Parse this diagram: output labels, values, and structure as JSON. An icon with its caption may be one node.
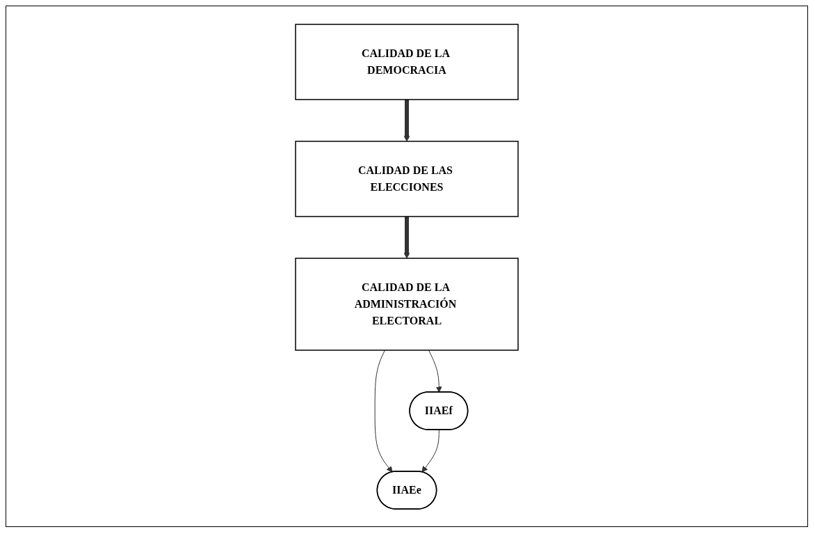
{
  "diagram": {
    "nodes": [
      {
        "text": [
          "CALIDAD DE LA DEMOCRACIA"
        ]
      },
      {
        "text": [
          "CALIDAD DE LAS ELECCIONES"
        ]
      },
      {
        "text": [
          "CALIDAD DE LA ADMINISTRACIÓN ELECTORAL"
        ]
      },
      {
        "text": [
          "IIAEf"
        ]
      },
      {
        "text": [
          "IIAEe"
        ]
      }
    ],
    "edges": [
      {
        "from": 0,
        "to": 1,
        "arrow": "to",
        "style": "thick"
      },
      {
        "from": 1,
        "to": 2,
        "arrow": "to",
        "style": "thick"
      },
      {
        "from": 2,
        "to": 3,
        "arrow": "to"
      },
      {
        "from": 2,
        "to": 4,
        "arrow": "to"
      },
      {
        "from": 3,
        "to": 4,
        "arrow": "to"
      }
    ]
  }
}
